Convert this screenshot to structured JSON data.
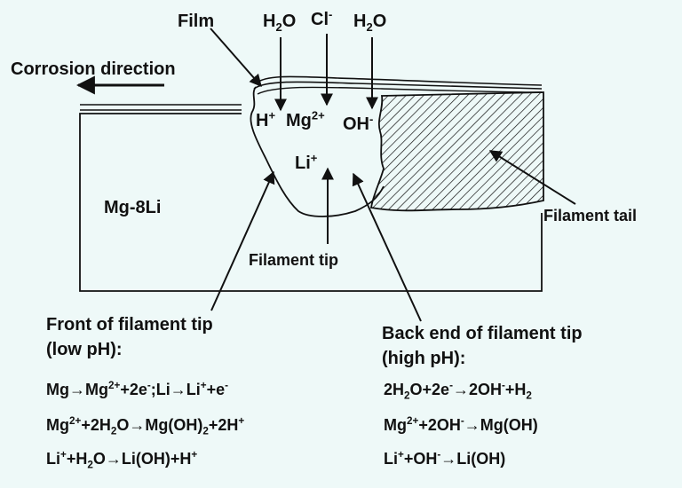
{
  "labels": {
    "film": "Film",
    "h2o_left_main": "H",
    "h2o_left_sub": "2",
    "h2o_left_tail": "O",
    "cl_main": "Cl",
    "cl_sup": "-",
    "h2o_right_main": "H",
    "h2o_right_sub": "2",
    "h2o_right_tail": "O",
    "corrosion_direction": "Corrosion direction",
    "h_ion_main": "H",
    "h_ion_sup": "+",
    "mg_ion_main": "Mg",
    "mg_ion_sup": "2+",
    "oh_ion_main": "OH",
    "oh_ion_sup": "-",
    "li_ion_main": "Li",
    "li_ion_sup": "+",
    "alloy": "Mg-8Li",
    "filament_tip": "Filament tip",
    "filament_tail": "Filament tail",
    "front_tip_line1": "Front of filament tip",
    "front_tip_line2": "(low pH):",
    "back_tip_line1": "Back end of filament tip",
    "back_tip_line2": "(high pH):"
  },
  "equations": {
    "left": [
      [
        {
          "t": "Mg→Mg"
        },
        {
          "sup": "2+"
        },
        {
          "t": "+2e"
        },
        {
          "sup": "-"
        },
        {
          "t": ";Li→Li"
        },
        {
          "sup": "+"
        },
        {
          "t": "+e"
        },
        {
          "sup": "-"
        }
      ],
      [
        {
          "t": "Mg"
        },
        {
          "sup": "2+"
        },
        {
          "t": "+2H"
        },
        {
          "sub": "2"
        },
        {
          "t": "O→Mg(OH)"
        },
        {
          "sub": "2"
        },
        {
          "t": "+2H"
        },
        {
          "sup": "+"
        }
      ],
      [
        {
          "t": "Li"
        },
        {
          "sup": "+"
        },
        {
          "t": "+H"
        },
        {
          "sub": "2"
        },
        {
          "t": "O→Li(OH)+H"
        },
        {
          "sup": "+"
        }
      ]
    ],
    "right": [
      [
        {
          "t": "2H"
        },
        {
          "sub": "2"
        },
        {
          "t": "O+2e"
        },
        {
          "sup": "-"
        },
        {
          "t": "→2OH"
        },
        {
          "sup": "-"
        },
        {
          "t": "+H"
        },
        {
          "sub": "2"
        }
      ],
      [
        {
          "t": "Mg"
        },
        {
          "sup": "2+"
        },
        {
          "t": "+2OH"
        },
        {
          "sup": "-"
        },
        {
          "t": "→Mg(OH)"
        }
      ],
      [
        {
          "t": "Li"
        },
        {
          "sup": "+"
        },
        {
          "t": "+OH"
        },
        {
          "sup": "-"
        },
        {
          "t": "→Li(OH)"
        }
      ]
    ]
  },
  "colors": {
    "background": "#eef9f8",
    "line": "#111111"
  }
}
